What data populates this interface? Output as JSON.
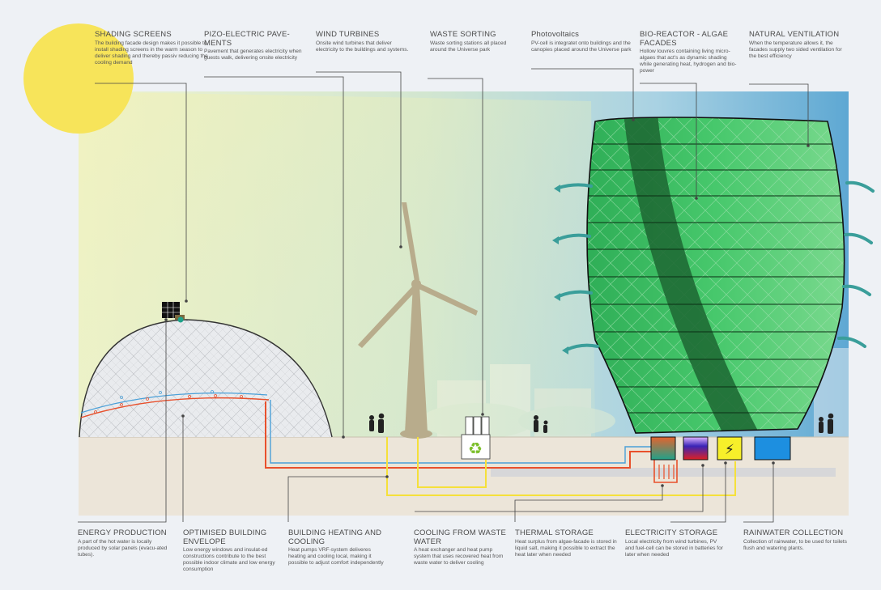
{
  "top_labels": [
    {
      "title": "SHADING SCREENS",
      "desc": "The building facade design makes it possible to install shading screens in the warm season to deliver shading and thereby passiv reducing the cooling demand"
    },
    {
      "title": "PIZO-ELECTRIC PAVE-MENTS",
      "desc": "Pavement that generates electricity when guests walk, delivering onsite electricity"
    },
    {
      "title": "WIND TURBINES",
      "desc": "Onsite wind turbines that deliver electricity to the buildings and systems."
    },
    {
      "title": "WASTE SORTING",
      "desc": "Waste sorting stations all placed around the Universe park"
    },
    {
      "title": "Photovoltaics",
      "desc": "PV-cell is integratet onto buildings and the canopies placed around the Universe park"
    },
    {
      "title": "BIO-REACTOR - ALGAE FACADES",
      "desc": "Hollow louvres containing living micro-algaes that act's as dynamic shading while generating heat, hydrogen and bio-power"
    },
    {
      "title": "NATURAL VENTILATION",
      "desc": "When the temperature allows it, the facades supply two sided ventilation for the best efficiency"
    }
  ],
  "bottom_labels": [
    {
      "title": "ENERGY PRODUCTION",
      "desc": "A part of the hot water is locally produced by solar panels (evacu-ated tubes)."
    },
    {
      "title": "OPTIMISED BUILDING ENVELOPE",
      "desc": "Low energy windows and insulat-ed constructions contribute to the best possible indoor climate and low energy consumption"
    },
    {
      "title": "BUILDING HEATING AND COOLING",
      "desc": "Heat pumps VRF-system deliveres heating and cooling local, making it possible to adjust comfort independently"
    },
    {
      "title": "COOLING FROM WASTE WATER",
      "desc": "A heat exchanger and heat pump system that uses recovered heat from waste water to deliver cooling"
    },
    {
      "title": "THERMAL STORAGE",
      "desc": "Heat surplus from algae-facade is stored in liquid salt, making it possible to extract the heat later when needed"
    },
    {
      "title": "ELECTRICITY STORAGE",
      "desc": "Local electricity from wind turbines, PV and fuel-cell can be stored in batteries for later when needed"
    },
    {
      "title": "RAINWATER COLLECTION",
      "desc": "Collection of rainwater, to be used for toilets flush and watering plants."
    }
  ],
  "colors": {
    "sun": "#f7e45a",
    "sky": "#5fa9d4",
    "ground": "#ebe4d8",
    "algae": "#3fc36a",
    "algae_dark": "#1f6b35",
    "hot_pipe": "#e8502c",
    "cold_pipe": "#4aa0d8",
    "elec_pipe": "#f5e03a",
    "turbine": "#b8ac8c",
    "rain_box": "#1d8fe0",
    "elec_box": "#f7ef2a"
  }
}
